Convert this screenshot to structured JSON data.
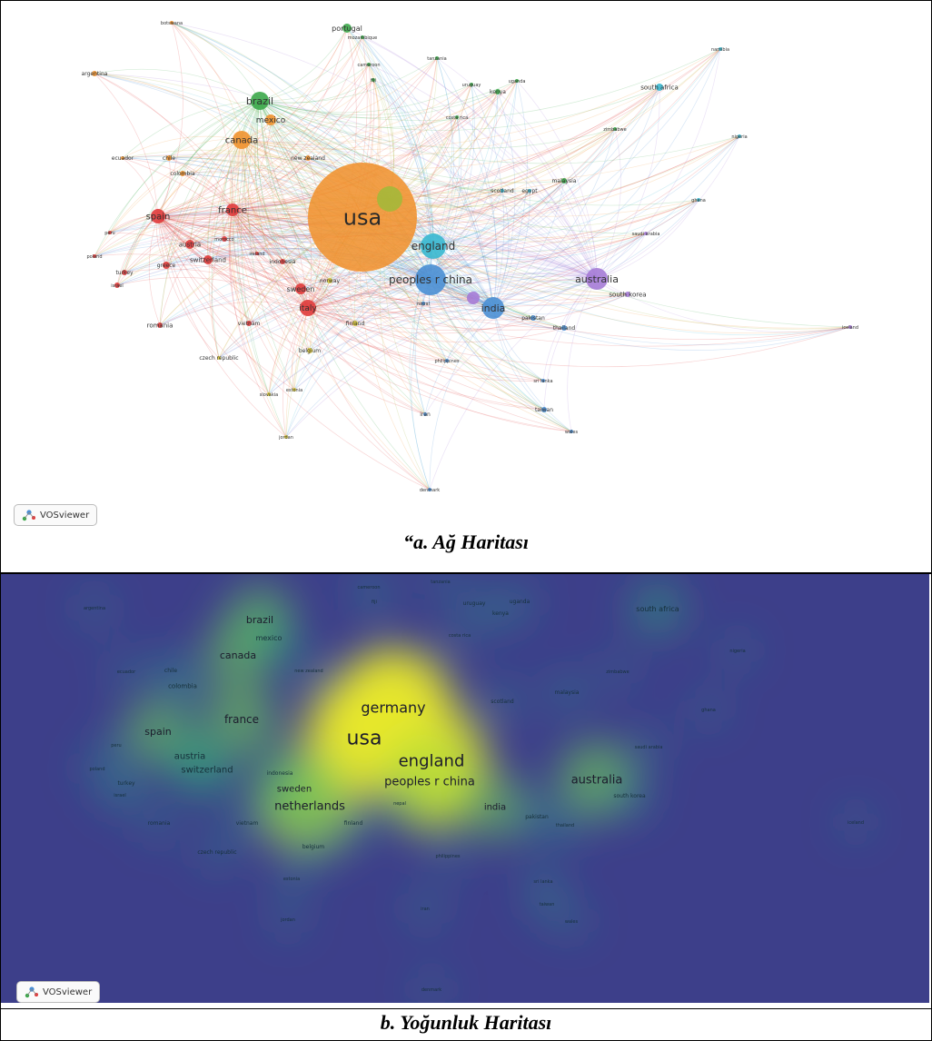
{
  "network_map": {
    "caption": "“a. Ağ Haritası",
    "badge": "VOSviewer",
    "nodes": [
      {
        "label": "usa",
        "color": "#f0922f",
        "r": 60,
        "fs": 24,
        "cluster": "orange"
      },
      {
        "label": "england",
        "color": "#38b8d0",
        "r": 14,
        "fs": 12,
        "cluster": "cyan"
      },
      {
        "label": "peoples r china",
        "color": "#4a8fd4",
        "r": 17,
        "fs": 12,
        "cluster": "blue"
      },
      {
        "label": "australia",
        "color": "#a57bd6",
        "r": 12,
        "fs": 11,
        "cluster": "purple"
      },
      {
        "label": "india",
        "color": "#4a8fd4",
        "r": 12,
        "fs": 11,
        "cluster": "blue"
      },
      {
        "label": "brazil",
        "color": "#3ca84a",
        "r": 10,
        "fs": 11,
        "cluster": "green"
      },
      {
        "label": "canada",
        "color": "#f0922f",
        "r": 10,
        "fs": 10,
        "cluster": "orange"
      },
      {
        "label": "mexico",
        "color": "#f0922f",
        "r": 6,
        "fs": 9,
        "cluster": "orange"
      },
      {
        "label": "spain",
        "color": "#e03b3b",
        "r": 8,
        "fs": 10,
        "cluster": "red"
      },
      {
        "label": "france",
        "color": "#e03b3b",
        "r": 7,
        "fs": 10,
        "cluster": "red"
      },
      {
        "label": "italy",
        "color": "#e03b3b",
        "r": 9,
        "fs": 9,
        "cluster": "red"
      },
      {
        "label": "sweden",
        "color": "#e03b3b",
        "r": 6,
        "fs": 8,
        "cluster": "red"
      },
      {
        "label": "austria",
        "color": "#e03b3b",
        "r": 5,
        "fs": 7,
        "cluster": "red"
      },
      {
        "label": "switzerland",
        "color": "#e03b3b",
        "r": 5,
        "fs": 7,
        "cluster": "red"
      },
      {
        "label": "greece",
        "color": "#e03b3b",
        "r": 4,
        "fs": 6,
        "cluster": "red"
      },
      {
        "label": "morocco",
        "color": "#e03b3b",
        "r": 3,
        "fs": 5,
        "cluster": "red"
      },
      {
        "label": "turkey",
        "color": "#e03b3b",
        "r": 3,
        "fs": 6,
        "cluster": "red"
      },
      {
        "label": "israel",
        "color": "#e03b3b",
        "r": 3,
        "fs": 5,
        "cluster": "red"
      },
      {
        "label": "romania",
        "color": "#e03b3b",
        "r": 3,
        "fs": 7,
        "cluster": "red"
      },
      {
        "label": "vietnam",
        "color": "#e03b3b",
        "r": 3,
        "fs": 6,
        "cluster": "red"
      },
      {
        "label": "peru",
        "color": "#e03b3b",
        "r": 2,
        "fs": 5,
        "cluster": "red"
      },
      {
        "label": "poland",
        "color": "#e03b3b",
        "r": 2,
        "fs": 5,
        "cluster": "red"
      },
      {
        "label": "indonesia",
        "color": "#e03b3b",
        "r": 3,
        "fs": 6,
        "cluster": "red"
      },
      {
        "label": "ireland",
        "color": "#e03b3b",
        "r": 2,
        "fs": 5,
        "cluster": "red"
      },
      {
        "label": "norway",
        "color": "#d8c83a",
        "r": 3,
        "fs": 6,
        "cluster": "yellow"
      },
      {
        "label": "finland",
        "color": "#d8c83a",
        "r": 3,
        "fs": 6,
        "cluster": "yellow"
      },
      {
        "label": "belgium",
        "color": "#d8c83a",
        "r": 3,
        "fs": 6,
        "cluster": "yellow"
      },
      {
        "label": "czech republic",
        "color": "#d8c83a",
        "r": 2,
        "fs": 6,
        "cluster": "yellow"
      },
      {
        "label": "estonia",
        "color": "#d8c83a",
        "r": 2,
        "fs": 5,
        "cluster": "yellow"
      },
      {
        "label": "slovakia",
        "color": "#d8c83a",
        "r": 2,
        "fs": 5,
        "cluster": "yellow"
      },
      {
        "label": "jordan",
        "color": "#d8c83a",
        "r": 2,
        "fs": 5,
        "cluster": "yellow"
      },
      {
        "label": "new zealand",
        "color": "#f0922f",
        "r": 3,
        "fs": 6,
        "cluster": "orange"
      },
      {
        "label": "colombia",
        "color": "#f0922f",
        "r": 3,
        "fs": 6,
        "cluster": "orange"
      },
      {
        "label": "chile",
        "color": "#f0922f",
        "r": 3,
        "fs": 6,
        "cluster": "orange"
      },
      {
        "label": "ecuador",
        "color": "#f0922f",
        "r": 2,
        "fs": 6,
        "cluster": "orange"
      },
      {
        "label": "argentina",
        "color": "#f0922f",
        "r": 3,
        "fs": 6,
        "cluster": "orange"
      },
      {
        "label": "botswana",
        "color": "#f0922f",
        "r": 2,
        "fs": 5,
        "cluster": "orange"
      },
      {
        "label": "portugal",
        "color": "#3ca84a",
        "r": 5,
        "fs": 8,
        "cluster": "green"
      },
      {
        "label": "mozambique",
        "color": "#3ca84a",
        "r": 2,
        "fs": 5,
        "cluster": "green"
      },
      {
        "label": "tanzania",
        "color": "#3ca84a",
        "r": 2,
        "fs": 5,
        "cluster": "green"
      },
      {
        "label": "cameroon",
        "color": "#3ca84a",
        "r": 2,
        "fs": 5,
        "cluster": "green"
      },
      {
        "label": "fiji",
        "color": "#3ca84a",
        "r": 2,
        "fs": 5,
        "cluster": "green"
      },
      {
        "label": "uruguay",
        "color": "#3ca84a",
        "r": 2,
        "fs": 5,
        "cluster": "green"
      },
      {
        "label": "uganda",
        "color": "#3ca84a",
        "r": 2,
        "fs": 5,
        "cluster": "green"
      },
      {
        "label": "kenya",
        "color": "#3ca84a",
        "r": 3,
        "fs": 6,
        "cluster": "green"
      },
      {
        "label": "costa rica",
        "color": "#3ca84a",
        "r": 2,
        "fs": 5,
        "cluster": "green"
      },
      {
        "label": "zimbabwe",
        "color": "#3ca84a",
        "r": 2,
        "fs": 5,
        "cluster": "green"
      },
      {
        "label": "malaysia",
        "color": "#3ca84a",
        "r": 3,
        "fs": 6,
        "cluster": "green"
      },
      {
        "label": "scotland",
        "color": "#38b8d0",
        "r": 2,
        "fs": 6,
        "cluster": "cyan"
      },
      {
        "label": "egypt",
        "color": "#38b8d0",
        "r": 2,
        "fs": 6,
        "cluster": "cyan"
      },
      {
        "label": "south africa",
        "color": "#38b8d0",
        "r": 4,
        "fs": 7,
        "cluster": "cyan"
      },
      {
        "label": "nigeria",
        "color": "#38b8d0",
        "r": 2,
        "fs": 5,
        "cluster": "cyan"
      },
      {
        "label": "ghana",
        "color": "#38b8d0",
        "r": 2,
        "fs": 5,
        "cluster": "cyan"
      },
      {
        "label": "namibia",
        "color": "#38b8d0",
        "r": 2,
        "fs": 5,
        "cluster": "cyan"
      },
      {
        "label": "saudi arabia",
        "color": "#a57bd6",
        "r": 2,
        "fs": 5,
        "cluster": "purple"
      },
      {
        "label": "south korea",
        "color": "#a57bd6",
        "r": 3,
        "fs": 7,
        "cluster": "purple"
      },
      {
        "label": "iceland",
        "color": "#a57bd6",
        "r": 2,
        "fs": 5,
        "cluster": "purple"
      },
      {
        "label": "pakistan",
        "color": "#4a8fd4",
        "r": 3,
        "fs": 6,
        "cluster": "blue"
      },
      {
        "label": "thailand",
        "color": "#4a8fd4",
        "r": 3,
        "fs": 6,
        "cluster": "blue"
      },
      {
        "label": "nepal",
        "color": "#4a8fd4",
        "r": 2,
        "fs": 5,
        "cluster": "blue"
      },
      {
        "label": "philippines",
        "color": "#4a8fd4",
        "r": 2,
        "fs": 5,
        "cluster": "blue"
      },
      {
        "label": "sri lanka",
        "color": "#4a8fd4",
        "r": 2,
        "fs": 5,
        "cluster": "blue"
      },
      {
        "label": "taiwan",
        "color": "#4a8fd4",
        "r": 3,
        "fs": 6,
        "cluster": "blue"
      },
      {
        "label": "iran",
        "color": "#4a8fd4",
        "r": 2,
        "fs": 6,
        "cluster": "blue"
      },
      {
        "label": "wales",
        "color": "#4a8fd4",
        "r": 2,
        "fs": 5,
        "cluster": "blue"
      },
      {
        "label": "denmark",
        "color": "#4a8fd4",
        "r": 2,
        "fs": 5,
        "cluster": "blue"
      },
      {
        "label": "germany",
        "color": "#a4b83a",
        "r": 14,
        "fs": 0,
        "cluster": "olive"
      },
      {
        "label": "netherlands",
        "color": "#a57bd6",
        "r": 7,
        "fs": 0,
        "cluster": "purple"
      }
    ]
  },
  "density_map": {
    "caption": "b. Yoğunluk Haritası",
    "badge": "VOSviewer",
    "labels": [
      {
        "label": "germany",
        "fs": 16,
        "heat": 1.0
      },
      {
        "label": "usa",
        "fs": 22,
        "heat": 1.0
      },
      {
        "label": "england",
        "fs": 18,
        "heat": 0.9
      },
      {
        "label": "peoples r china",
        "fs": 13,
        "heat": 0.8
      },
      {
        "label": "australia",
        "fs": 13,
        "heat": 0.55
      },
      {
        "label": "netherlands",
        "fs": 13,
        "heat": 0.75
      },
      {
        "label": "sweden",
        "fs": 10,
        "heat": 0.6
      },
      {
        "label": "france",
        "fs": 12,
        "heat": 0.5
      },
      {
        "label": "spain",
        "fs": 11,
        "heat": 0.45
      },
      {
        "label": "brazil",
        "fs": 11,
        "heat": 0.45
      },
      {
        "label": "canada",
        "fs": 11,
        "heat": 0.45
      },
      {
        "label": "mexico",
        "fs": 8,
        "heat": 0.3
      },
      {
        "label": "austria",
        "fs": 10,
        "heat": 0.35
      },
      {
        "label": "switzerland",
        "fs": 10,
        "heat": 0.35
      },
      {
        "label": "india",
        "fs": 10,
        "heat": 0.45
      },
      {
        "label": "south africa",
        "fs": 8,
        "heat": 0.3
      },
      {
        "label": "colombia",
        "fs": 7,
        "heat": 0.2
      },
      {
        "label": "chile",
        "fs": 6,
        "heat": 0.15
      },
      {
        "label": "ecuador",
        "fs": 5,
        "heat": 0.1
      },
      {
        "label": "argentina",
        "fs": 5,
        "heat": 0.1
      },
      {
        "label": "new zealand",
        "fs": 5,
        "heat": 0.15
      },
      {
        "label": "peru",
        "fs": 5,
        "heat": 0.1
      },
      {
        "label": "poland",
        "fs": 5,
        "heat": 0.1
      },
      {
        "label": "turkey",
        "fs": 6,
        "heat": 0.15
      },
      {
        "label": "israel",
        "fs": 5,
        "heat": 0.12
      },
      {
        "label": "indonesia",
        "fs": 6,
        "heat": 0.15
      },
      {
        "label": "romania",
        "fs": 6,
        "heat": 0.12
      },
      {
        "label": "vietnam",
        "fs": 6,
        "heat": 0.15
      },
      {
        "label": "finland",
        "fs": 6,
        "heat": 0.2
      },
      {
        "label": "belgium",
        "fs": 6,
        "heat": 0.2
      },
      {
        "label": "czech republic",
        "fs": 6,
        "heat": 0.12
      },
      {
        "label": "estonia",
        "fs": 5,
        "heat": 0.1
      },
      {
        "label": "jordan",
        "fs": 5,
        "heat": 0.08
      },
      {
        "label": "nepal",
        "fs": 5,
        "heat": 0.15
      },
      {
        "label": "pakistan",
        "fs": 6,
        "heat": 0.2
      },
      {
        "label": "thailand",
        "fs": 5,
        "heat": 0.15
      },
      {
        "label": "south korea",
        "fs": 6,
        "heat": 0.2
      },
      {
        "label": "saudi arabia",
        "fs": 5,
        "heat": 0.1
      },
      {
        "label": "ghana",
        "fs": 5,
        "heat": 0.08
      },
      {
        "label": "nigeria",
        "fs": 5,
        "heat": 0.08
      },
      {
        "label": "zimbabwe",
        "fs": 5,
        "heat": 0.08
      },
      {
        "label": "malaysia",
        "fs": 6,
        "heat": 0.15
      },
      {
        "label": "scotland",
        "fs": 6,
        "heat": 0.15
      },
      {
        "label": "kenya",
        "fs": 6,
        "heat": 0.12
      },
      {
        "label": "uruguay",
        "fs": 6,
        "heat": 0.1
      },
      {
        "label": "uganda",
        "fs": 6,
        "heat": 0.1
      },
      {
        "label": "tanzania",
        "fs": 5,
        "heat": 0.08
      },
      {
        "label": "cameroon",
        "fs": 5,
        "heat": 0.08
      },
      {
        "label": "fiji",
        "fs": 5,
        "heat": 0.08
      },
      {
        "label": "costa rica",
        "fs": 5,
        "heat": 0.08
      },
      {
        "label": "philippines",
        "fs": 5,
        "heat": 0.1
      },
      {
        "label": "sri lanka",
        "fs": 5,
        "heat": 0.1
      },
      {
        "label": "taiwan",
        "fs": 5,
        "heat": 0.12
      },
      {
        "label": "iran",
        "fs": 5,
        "heat": 0.12
      },
      {
        "label": "wales",
        "fs": 5,
        "heat": 0.08
      },
      {
        "label": "denmark",
        "fs": 5,
        "heat": 0.08
      },
      {
        "label": "iceland",
        "fs": 5,
        "heat": 0.06
      }
    ]
  }
}
